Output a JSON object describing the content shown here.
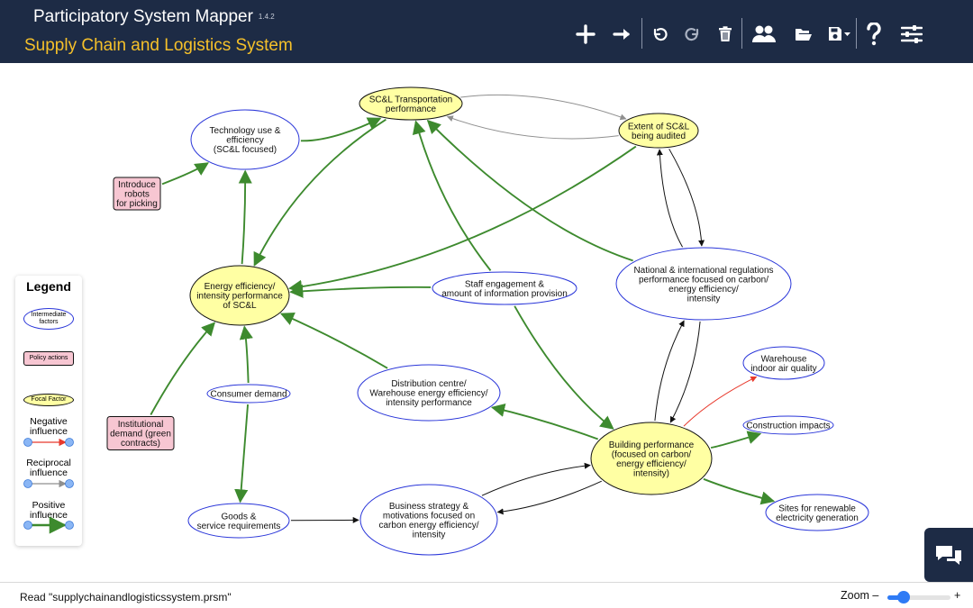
{
  "header": {
    "app_title": "Participatory System Mapper",
    "version": "1.4.2",
    "map_title": "Supply Chain and Logistics System"
  },
  "toolbar": [
    {
      "icon": "plus-icon"
    },
    {
      "icon": "arrow-right-icon"
    },
    {
      "icon": "undo-icon"
    },
    {
      "icon": "redo-icon"
    },
    {
      "icon": "trash-icon"
    },
    {
      "icon": "users-icon"
    },
    {
      "icon": "folder-open-icon"
    },
    {
      "icon": "save-menu-icon"
    },
    {
      "icon": "help-icon"
    },
    {
      "icon": "settings-sliders-icon"
    }
  ],
  "colors": {
    "header_bg": "#1d2b45",
    "map_title": "#f5c02a",
    "positive": "#3d8a2e",
    "negative": "#e8392c",
    "reciprocal": "#8f8f8f",
    "intermediate_border": "#2a36d9",
    "focal_fill": "#ffffa3",
    "policy_fill": "#f7c6d2"
  },
  "nodes": [
    {
      "id": "sclt",
      "type": "focal",
      "lines": [
        "SC&L Transportation",
        "performance"
      ]
    },
    {
      "id": "audit",
      "type": "focal",
      "lines": [
        "Extent of SC&L",
        "being audited"
      ]
    },
    {
      "id": "tech",
      "type": "intermediate",
      "lines": [
        "Technology use &",
        "efficiency",
        "(SC&L focused)"
      ]
    },
    {
      "id": "robots",
      "type": "policy",
      "lines": [
        "Introduce",
        "robots",
        "for picking"
      ]
    },
    {
      "id": "energy",
      "type": "focal",
      "lines": [
        "Energy efficiency/",
        "intensity performance",
        "of SC&L"
      ]
    },
    {
      "id": "staff",
      "type": "intermediate",
      "lines": [
        "Staff engagement &",
        "amount of information provision"
      ]
    },
    {
      "id": "regs",
      "type": "intermediate",
      "lines": [
        "National & international regulations",
        "performance focused on carbon/",
        "energy efficiency/",
        "intensity"
      ]
    },
    {
      "id": "warehouse_air",
      "type": "intermediate",
      "lines": [
        "Warehouse",
        "indoor air quality"
      ]
    },
    {
      "id": "consumer",
      "type": "intermediate",
      "lines": [
        "Consumer demand"
      ]
    },
    {
      "id": "dc",
      "type": "intermediate",
      "lines": [
        "Distribution centre/",
        "Warehouse energy efficiency/",
        "intensity performance"
      ]
    },
    {
      "id": "construction",
      "type": "intermediate",
      "lines": [
        "Construction impacts"
      ]
    },
    {
      "id": "institutional",
      "type": "policy",
      "lines": [
        "Institutional",
        "demand (green",
        "contracts)"
      ]
    },
    {
      "id": "building",
      "type": "focal",
      "lines": [
        "Building performance",
        "(focused on carbon/",
        "energy efficiency/",
        "intensity)"
      ]
    },
    {
      "id": "goods",
      "type": "intermediate",
      "lines": [
        "Goods &",
        "service requirements"
      ]
    },
    {
      "id": "business",
      "type": "intermediate",
      "lines": [
        "Business strategy &",
        "motivations focused on",
        "carbon energy efficiency/",
        "intensity"
      ]
    },
    {
      "id": "renewable",
      "type": "intermediate",
      "lines": [
        "Sites for renewable",
        "electricity generation"
      ]
    }
  ],
  "edges": [
    {
      "from": "tech",
      "to": "sclt",
      "kind": "positive"
    },
    {
      "from": "robots",
      "to": "tech",
      "kind": "positive"
    },
    {
      "from": "energy",
      "to": "tech",
      "kind": "positive"
    },
    {
      "from": "sclt",
      "to": "energy",
      "kind": "positive"
    },
    {
      "from": "audit",
      "to": "energy",
      "kind": "positive"
    },
    {
      "from": "staff",
      "to": "energy",
      "kind": "positive"
    },
    {
      "from": "staff",
      "to": "sclt",
      "kind": "positive"
    },
    {
      "from": "staff",
      "to": "building",
      "kind": "positive"
    },
    {
      "from": "regs",
      "to": "sclt",
      "kind": "positive"
    },
    {
      "from": "audit",
      "to": "sclt",
      "kind": "reciprocal"
    },
    {
      "from": "sclt",
      "to": "audit",
      "kind": "reciprocal"
    },
    {
      "from": "regs",
      "to": "audit",
      "kind": "plain"
    },
    {
      "from": "audit",
      "to": "regs",
      "kind": "plain"
    },
    {
      "from": "regs",
      "to": "building",
      "kind": "plain"
    },
    {
      "from": "building",
      "to": "regs",
      "kind": "plain"
    },
    {
      "from": "building",
      "to": "warehouse_air",
      "kind": "negative"
    },
    {
      "from": "building",
      "to": "construction",
      "kind": "positive"
    },
    {
      "from": "building",
      "to": "renewable",
      "kind": "positive"
    },
    {
      "from": "building",
      "to": "dc",
      "kind": "positive"
    },
    {
      "from": "dc",
      "to": "energy",
      "kind": "positive"
    },
    {
      "from": "institutional",
      "to": "energy",
      "kind": "positive"
    },
    {
      "from": "consumer",
      "to": "energy",
      "kind": "positive"
    },
    {
      "from": "consumer",
      "to": "goods",
      "kind": "positive"
    },
    {
      "from": "goods",
      "to": "business",
      "kind": "plain"
    },
    {
      "from": "business",
      "to": "building",
      "kind": "plain"
    },
    {
      "from": "building",
      "to": "business",
      "kind": "plain"
    }
  ],
  "legend": {
    "title": "Legend",
    "intermediate": "Intermediate factors",
    "policy": "Policy actions",
    "focal": "Focal Factor",
    "negative": "Negative influence",
    "reciprocal": "Reciprocal influence",
    "positive": "Positive influence"
  },
  "footer": {
    "status": "Read \"supplychainandlogisticssystem.prsm\"",
    "zoom_label": "Zoom –",
    "zoom_plus": "+",
    "zoom_level": 0.25
  },
  "chat": {
    "icon": "chat-bubbles-icon"
  }
}
